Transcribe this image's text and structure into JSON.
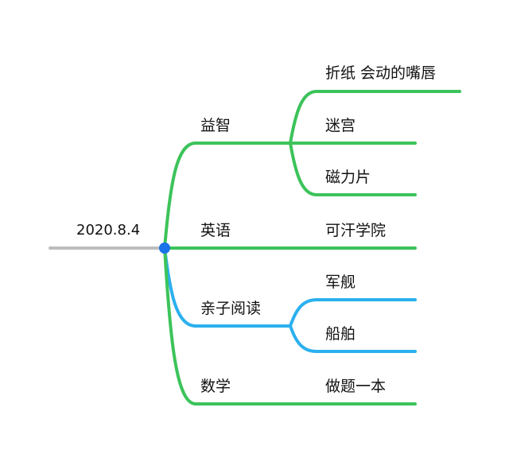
{
  "colors": {
    "root_line": "#bdbdbd",
    "hub": "#1a73e8",
    "green": "#3cc35a",
    "blue": "#2bb0ee",
    "text": "#111111"
  },
  "root": {
    "label": "2020.8.4"
  },
  "branches": [
    {
      "label": "益智",
      "color": "green",
      "children": [
        {
          "label": "折纸 会动的嘴唇"
        },
        {
          "label": "迷宫"
        },
        {
          "label": "磁力片"
        }
      ]
    },
    {
      "label": "英语",
      "color": "green",
      "children": [
        {
          "label": "可汗学院"
        }
      ]
    },
    {
      "label": "亲子阅读",
      "color": "blue",
      "children": [
        {
          "label": "军舰"
        },
        {
          "label": "船舶"
        }
      ]
    },
    {
      "label": "数学",
      "color": "green",
      "children": [
        {
          "label": "做题一本"
        }
      ]
    }
  ]
}
